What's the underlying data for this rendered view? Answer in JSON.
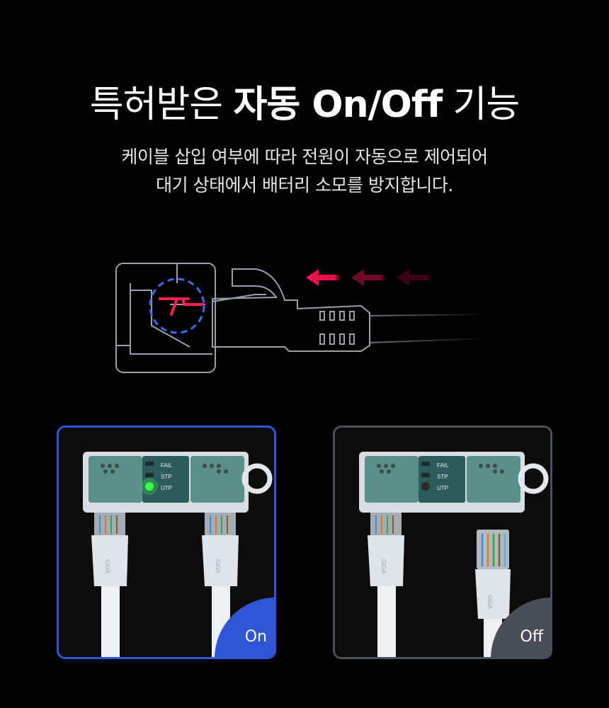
{
  "header": {
    "title_prefix": "특허받은",
    "title_bold": "자동 On/Off",
    "title_suffix": "기능",
    "subtitle_line1": "케이블 삽입 여부에 따라 전원이 자동으로 제어되어",
    "subtitle_line2": "대기 상태에서 배터리 소모를 방지합니다."
  },
  "panels": [
    {
      "state": "on",
      "badge": "On",
      "labels": {
        "fail": "FAIL",
        "stp": "STP",
        "utp": "UTP"
      },
      "cable_mark": "GIGA",
      "led_color": "#39ff4a"
    },
    {
      "state": "off",
      "badge": "Off",
      "labels": {
        "fail": "FAIL",
        "stp": "STP",
        "utp": "UTP"
      },
      "cable_mark": "GIGA",
      "led_color": "#2a2a2a"
    }
  ],
  "colors": {
    "on_accent": "#2f55d4",
    "off_accent": "#4a4f57",
    "arrow": "#e8134a",
    "highlight_circle": "#3b6cf0"
  },
  "icons": {
    "arrow": "arrow-left-icon"
  }
}
